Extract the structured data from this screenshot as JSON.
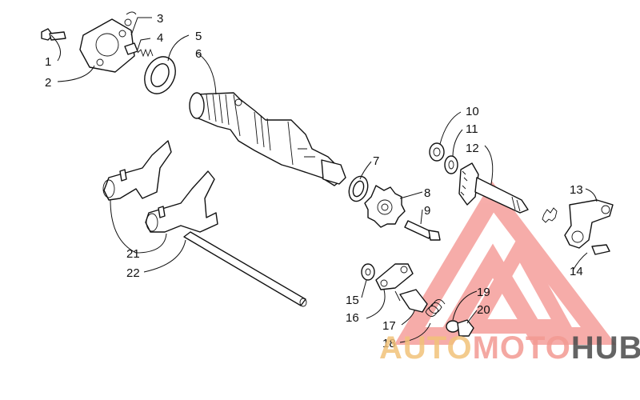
{
  "watermark": {
    "brand_segments": [
      "AUTO",
      "MOTO",
      "HUB"
    ],
    "colors": [
      "#f2c27a",
      "#f39a92",
      "#4a4a4a"
    ],
    "logo_color": "#f06a64"
  },
  "callouts": [
    "1",
    "2",
    "3",
    "4",
    "5",
    "6",
    "7",
    "8",
    "9",
    "10",
    "11",
    "12",
    "13",
    "14",
    "15",
    "16",
    "17",
    "18",
    "19",
    "20",
    "21",
    "22"
  ]
}
